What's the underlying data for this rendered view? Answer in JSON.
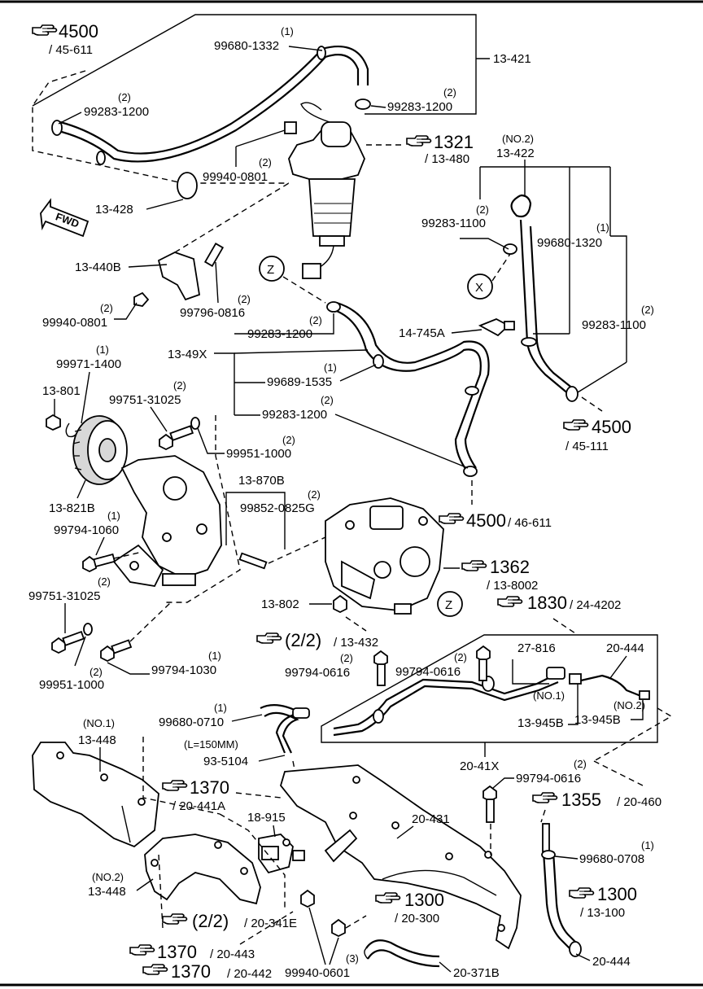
{
  "colors": {
    "ink": "#000000",
    "paper": "#ffffff",
    "shade": "#d8d8d8"
  },
  "icons": {
    "reference": "pointing-hand-icon",
    "direction": "fwd-arrow-icon"
  },
  "refs": {
    "r4500a": "4500",
    "r4500a_sub": "/ 45-611",
    "r1321": "1321",
    "r1321_sub": "/ 13-480",
    "r4500b": "4500",
    "r4500b_sub": "/ 45-111",
    "r4500c": "4500",
    "r4500c_sub": "/ 46-611",
    "r1362": "1362",
    "r1362_sub": "/ 13-8002",
    "r1830": "1830",
    "r1830_sub": "/ 24-4202",
    "r22a": "(2/2)",
    "r22a_sub": "/ 13-432",
    "r1370a": "1370",
    "r1370a_sub": "/ 20-441A",
    "r1355": "1355",
    "r1355_sub": "/ 20-460",
    "r1300a": "1300",
    "r1300a_sub": "/ 13-100",
    "r1300b": "1300",
    "r1300b_sub": "/ 20-300",
    "r22b": "(2/2)",
    "r22b_sub": "/ 20-341E",
    "r1370b": "1370",
    "r1370b_sub": "/ 20-443",
    "r1370c": "1370",
    "r1370c_sub": "/ 20-442"
  },
  "fwd": "FWD",
  "callouts": {
    "c13421": "13-421",
    "q1": "(1)",
    "p99680_1332": "99680-1332",
    "q2": "(2)",
    "p99283_1200a": "99283-1200",
    "q3": "(2)",
    "p99283_1200b": "99283-1200",
    "q4": "(2)",
    "p99940_0801a": "99940-0801",
    "c13428": "13-428",
    "no2a": "(NO.2)",
    "c13422": "13-422",
    "q5": "(2)",
    "p99283_1100a": "99283-1100",
    "q6": "(1)",
    "p99680_1320": "99680-1320",
    "markX": "X",
    "q7": "(2)",
    "p99283_1100b": "99283-1100",
    "c13440B": "13-440B",
    "q8": "(2)",
    "p99940_0801b": "99940-0801",
    "q9": "(2)",
    "p99796_0816": "99796-0816",
    "markZa": "Z",
    "q10": "(2)",
    "p99283_1200c": "99283-1200",
    "c14745A": "14-745A",
    "c1349X": "13-49X",
    "q11": "(1)",
    "p99689_1535": "99689-1535",
    "q12": "(2)",
    "p99283_1200d": "99283-1200",
    "q13": "(1)",
    "p99971_1400": "99971-1400",
    "c13801": "13-801",
    "q14": "(2)",
    "p99751_31025a": "99751-31025",
    "q15": "(2)",
    "p99951_1000a": "99951-1000",
    "c13870B": "13-870B",
    "q16": "(2)",
    "p99852_0825G": "99852-0825G",
    "c13821B": "13-821B",
    "q17": "(1)",
    "p99794_1060": "99794-1060",
    "q18": "(2)",
    "p99751_31025b": "99751-31025",
    "c13802": "13-802",
    "markZb": "Z",
    "q19": "(2)",
    "p99951_1000b": "99951-1000",
    "q20": "(1)",
    "p99794_1030": "99794-1030",
    "q21": "(2)",
    "p99794_0616a": "99794-0616",
    "q22": "(2)",
    "p99794_0616b": "99794-0616",
    "c27816": "27-816",
    "c20444a": "20-444",
    "no1a": "(NO.1)",
    "c13945Ba": "13-945B",
    "no2b": "(NO.2)",
    "c13945Bb": "13-945B",
    "q23": "(1)",
    "p99680_0710": "99680-0710",
    "no1b": "(NO.1)",
    "c13448a": "13-448",
    "len": "(L=150MM)",
    "c935104": "93-5104",
    "c2041X": "20-41X",
    "q24": "(2)",
    "p99794_0616c": "99794-0616",
    "c18915": "18-915",
    "c20431": "20-431",
    "q25": "(1)",
    "p99680_0708": "99680-0708",
    "no2c": "(NO.2)",
    "c13448b": "13-448",
    "c20444b": "20-444",
    "q26": "(3)",
    "p99940_0601": "99940-0601",
    "c20371B": "20-371B"
  }
}
